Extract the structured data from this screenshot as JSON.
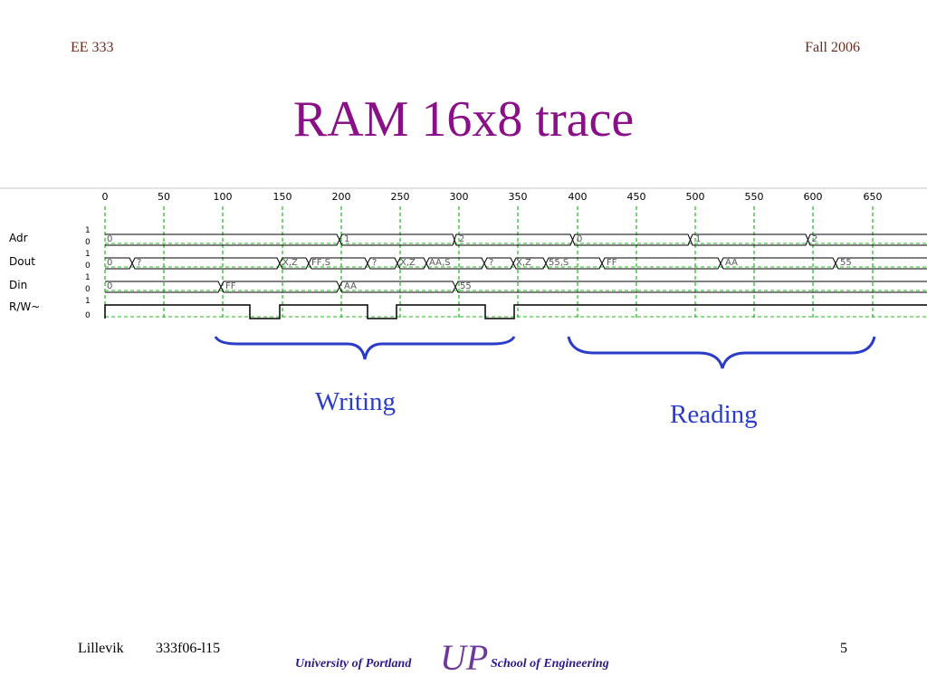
{
  "header": {
    "course": "EE 333",
    "term": "Fall 2006"
  },
  "title": "RAM 16x8 trace",
  "trace": {
    "time_ticks": [
      "0",
      "50",
      "100",
      "150",
      "200",
      "250",
      "300",
      "350",
      "400",
      "450",
      "500",
      "550",
      "600",
      "650"
    ],
    "signals": [
      {
        "name": "Adr",
        "high": "1",
        "low": "0"
      },
      {
        "name": "Dout",
        "high": "1",
        "low": "0"
      },
      {
        "name": "Din",
        "high": "1",
        "low": "0"
      },
      {
        "name": "R/W~",
        "high": "1",
        "low": "0"
      }
    ],
    "bus_values": {
      "adr": [
        "0",
        "1",
        "2",
        "0",
        "1",
        "2"
      ],
      "dout": [
        "0",
        "?",
        "X,Z",
        "FF,S",
        "?",
        "X,Z",
        "AA,S",
        "?",
        "X,Z",
        "55,S",
        "FF",
        "AA",
        "55"
      ],
      "din": [
        "0",
        "FF",
        "AA",
        "55"
      ]
    }
  },
  "labels": {
    "writing": "Writing",
    "reading": "Reading"
  },
  "footer": {
    "author": "Lillevik",
    "code": "333f06-l15",
    "page": "5",
    "university": "University of Portland",
    "school": "School of Engineering",
    "logo": "UP"
  },
  "colors": {
    "title": "#8a1087",
    "label": "#2a3cc8",
    "brace": "#2a3cc8",
    "grid": "#1fb81f",
    "header": "#6b2a1a"
  }
}
